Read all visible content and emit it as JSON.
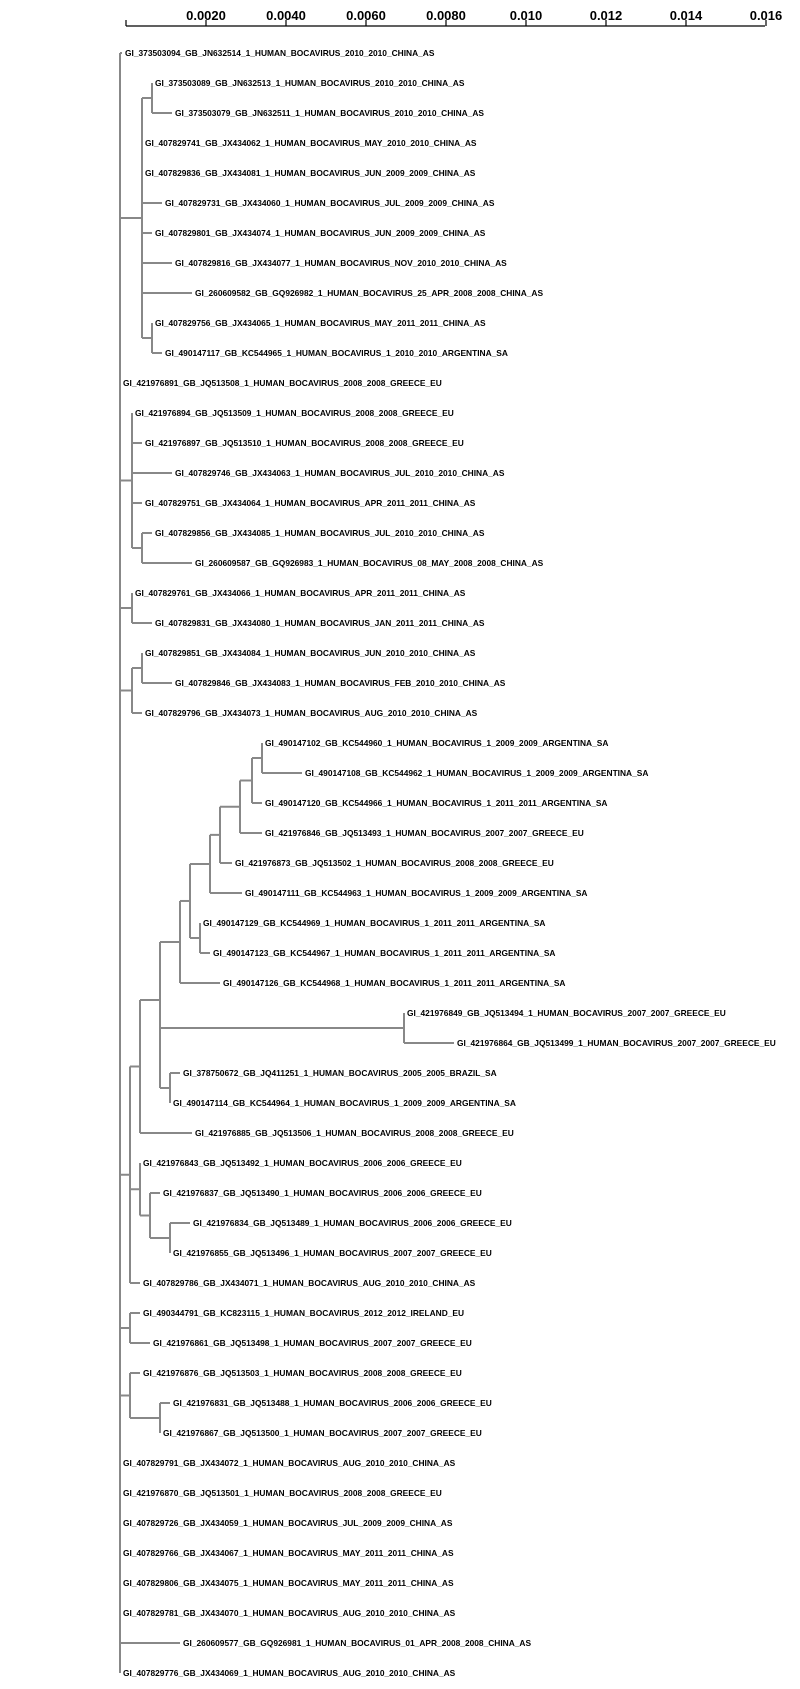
{
  "axis": {
    "ticks": [
      {
        "value": 0.0,
        "label": ""
      },
      {
        "value": 0.002,
        "label": "0.0020"
      },
      {
        "value": 0.004,
        "label": "0.0040"
      },
      {
        "value": 0.006,
        "label": "0.0060"
      },
      {
        "value": 0.008,
        "label": "0.0080"
      },
      {
        "value": 0.01,
        "label": "0.010"
      },
      {
        "value": 0.012,
        "label": "0.012"
      },
      {
        "value": 0.014,
        "label": "0.014"
      },
      {
        "value": 0.016,
        "label": "0.016"
      }
    ]
  },
  "tree": {
    "children": [
      {
        "label": "GI_373503094_GB_JN632514_1_HUMAN_BOCAVIRUS_2010_2010_CHINA_AS",
        "d": 5e-05
      },
      {
        "d": 0.0003,
        "children": [
          {
            "d": 0.00025,
            "children": [
              {
                "d": 0.00025,
                "children": [
                  {
                    "label": "GI_373503089_GB_JN632513_1_HUMAN_BOCAVIRUS_2010_2010_CHINA_AS",
                    "d": 0.0
                  },
                  {
                    "label": "GI_373503079_GB_JN632511_1_HUMAN_BOCAVIRUS_2010_2010_CHINA_AS",
                    "d": 0.0005
                  }
                ]
              },
              {
                "label": "GI_407829741_GB_JX434062_1_HUMAN_BOCAVIRUS_MAY_2010_2010_CHINA_AS",
                "d": 0.0
              },
              {
                "label": "GI_407829836_GB_JX434081_1_HUMAN_BOCAVIRUS_JUN_2009_2009_CHINA_AS",
                "d": 0.0
              },
              {
                "label": "GI_407829731_GB_JX434060_1_HUMAN_BOCAVIRUS_JUL_2009_2009_CHINA_AS",
                "d": 0.0005
              },
              {
                "label": "GI_407829801_GB_JX434074_1_HUMAN_BOCAVIRUS_JUN_2009_2009_CHINA_AS",
                "d": 0.00025
              },
              {
                "label": "GI_407829816_GB_JX434077_1_HUMAN_BOCAVIRUS_NOV_2010_2010_CHINA_AS",
                "d": 0.00075
              },
              {
                "label": "GI_260609582_GB_GQ926982_1_HUMAN_BOCAVIRUS_25_APR_2008_2008_CHINA_AS",
                "d": 0.00125
              },
              {
                "d": 0.00025,
                "children": [
                  {
                    "label": "GI_407829756_GB_JX434065_1_HUMAN_BOCAVIRUS_MAY_2011_2011_CHINA_AS",
                    "d": 0.0
                  },
                  {
                    "label": "GI_490147117_GB_KC544965_1_HUMAN_BOCAVIRUS_1_2010_2010_ARGENTINA_SA",
                    "d": 0.00025
                  }
                ]
              }
            ]
          }
        ]
      },
      {
        "label": "GI_421976891_GB_JQ513508_1_HUMAN_BOCAVIRUS_2008_2008_GREECE_EU",
        "d": 0.0
      },
      {
        "d": 0.0003,
        "children": [
          {
            "label": "GI_421976894_GB_JQ513509_1_HUMAN_BOCAVIRUS_2008_2008_GREECE_EU",
            "d": 0.0
          },
          {
            "label": "GI_421976897_GB_JQ513510_1_HUMAN_BOCAVIRUS_2008_2008_GREECE_EU",
            "d": 0.00025
          },
          {
            "label": "GI_407829746_GB_JX434063_1_HUMAN_BOCAVIRUS_JUL_2010_2010_CHINA_AS",
            "d": 0.001
          },
          {
            "label": "GI_407829751_GB_JX434064_1_HUMAN_BOCAVIRUS_APR_2011_2011_CHINA_AS",
            "d": 0.00025
          },
          {
            "d": 0.00025,
            "children": [
              {
                "label": "GI_407829856_GB_JX434085_1_HUMAN_BOCAVIRUS_JUL_2010_2010_CHINA_AS",
                "d": 0.00025
              },
              {
                "label": "GI_260609587_GB_GQ926983_1_HUMAN_BOCAVIRUS_08_MAY_2008_2008_CHINA_AS",
                "d": 0.00125
              }
            ]
          }
        ]
      },
      {
        "d": 0.0003,
        "children": [
          {
            "label": "GI_407829761_GB_JX434066_1_HUMAN_BOCAVIRUS_APR_2011_2011_CHINA_AS",
            "d": 0.0
          },
          {
            "label": "GI_407829831_GB_JX434080_1_HUMAN_BOCAVIRUS_JAN_2011_2011_CHINA_AS",
            "d": 0.0005
          }
        ]
      },
      {
        "d": 0.0003,
        "children": [
          {
            "d": 0.00025,
            "children": [
              {
                "label": "GI_407829851_GB_JX434084_1_HUMAN_BOCAVIRUS_JUN_2010_2010_CHINA_AS",
                "d": 0.0
              },
              {
                "label": "GI_407829846_GB_JX434083_1_HUMAN_BOCAVIRUS_FEB_2010_2010_CHINA_AS",
                "d": 0.00075
              }
            ]
          },
          {
            "label": "GI_407829796_GB_JX434073_1_HUMAN_BOCAVIRUS_AUG_2010_2010_CHINA_AS",
            "d": 0.00025
          }
        ]
      },
      {
        "d": 0.00025,
        "children": [
          {
            "d": 0.00025,
            "children": [
              {
                "d": 0.0005,
                "children": [
                  {
                    "d": 0.0005,
                    "children": [
                      {
                        "d": 0.00025,
                        "children": [
                          {
                            "d": 0.0005,
                            "children": [
                              {
                                "d": 0.00025,
                                "children": [
                                  {
                                    "d": 0.0005,
                                    "children": [
                                      {
                                        "d": 0.0003,
                                        "children": [
                                          {
                                            "d": 0.00025,
                                            "children": [
                                              {
                                                "label": "GI_490147102_GB_KC544960_1_HUMAN_BOCAVIRUS_1_2009_2009_ARGENTINA_SA",
                                                "d": 0.0
                                              },
                                              {
                                                "label": "GI_490147108_GB_KC544962_1_HUMAN_BOCAVIRUS_1_2009_2009_ARGENTINA_SA",
                                                "d": 0.001
                                              }
                                            ]
                                          },
                                          {
                                            "label": "GI_490147120_GB_KC544966_1_HUMAN_BOCAVIRUS_1_2011_2011_ARGENTINA_SA",
                                            "d": 0.00025
                                          }
                                        ]
                                      },
                                      {
                                        "label": "GI_421976846_GB_JQ513493_1_HUMAN_BOCAVIRUS_2007_2007_GREECE_EU",
                                        "d": 0.00055
                                      }
                                    ]
                                  },
                                  {
                                    "label": "GI_421976873_GB_JQ513502_1_HUMAN_BOCAVIRUS_2008_2008_GREECE_EU",
                                    "d": 0.0003
                                  }
                                ]
                              },
                              {
                                "label": "GI_490147111_GB_KC544963_1_HUMAN_BOCAVIRUS_1_2009_2009_ARGENTINA_SA",
                                "d": 0.0008
                              }
                            ]
                          },
                          {
                            "d": 0.00025,
                            "children": [
                              {
                                "label": "GI_490147129_GB_KC544969_1_HUMAN_BOCAVIRUS_1_2011_2011_ARGENTINA_SA",
                                "d": 0.0
                              },
                              {
                                "label": "GI_490147123_GB_KC544967_1_HUMAN_BOCAVIRUS_1_2011_2011_ARGENTINA_SA",
                                "d": 0.00025
                              }
                            ]
                          }
                        ]
                      },
                      {
                        "label": "GI_490147126_GB_KC544968_1_HUMAN_BOCAVIRUS_1_2011_2011_ARGENTINA_SA",
                        "d": 0.001
                      }
                    ]
                  },
                  {
                    "d": 0.0,
                    "children": [
                      {
                        "d": 0.0061,
                        "children": [
                          {
                            "label": "GI_421976849_GB_JQ513494_1_HUMAN_BOCAVIRUS_2007_2007_GREECE_EU",
                            "d": 0.0
                          },
                          {
                            "label": "GI_421976864_GB_JQ513499_1_HUMAN_BOCAVIRUS_2007_2007_GREECE_EU",
                            "d": 0.00125
                          }
                        ]
                      },
                      {
                        "d": 0.00025,
                        "children": [
                          {
                            "label": "GI_378750672_GB_JQ411251_1_HUMAN_BOCAVIRUS_2005_2005_BRAZIL_SA",
                            "d": 0.00025
                          },
                          {
                            "label": "GI_490147114_GB_KC544964_1_HUMAN_BOCAVIRUS_1_2009_2009_ARGENTINA_SA",
                            "d": 0.0
                          }
                        ]
                      }
                    ]
                  }
                ]
              },
              {
                "label": "GI_421976885_GB_JQ513506_1_HUMAN_BOCAVIRUS_2008_2008_GREECE_EU",
                "d": 0.0013
              }
            ]
          },
          {
            "d": 0.00025,
            "children": [
              {
                "label": "GI_421976843_GB_JQ513492_1_HUMAN_BOCAVIRUS_2006_2006_GREECE_EU",
                "d": 0.0
              },
              {
                "d": 0.00025,
                "children": [
                  {
                    "label": "GI_421976837_GB_JQ513490_1_HUMAN_BOCAVIRUS_2006_2006_GREECE_EU",
                    "d": 0.00025
                  },
                  {
                    "d": 0.0005,
                    "children": [
                      {
                        "label": "GI_421976834_GB_JQ513489_1_HUMAN_BOCAVIRUS_2006_2006_GREECE_EU",
                        "d": 0.0005
                      },
                      {
                        "label": "GI_421976855_GB_JQ513496_1_HUMAN_BOCAVIRUS_2007_2007_GREECE_EU",
                        "d": 0.0
                      }
                    ]
                  }
                ]
              }
            ]
          },
          {
            "label": "GI_407829786_GB_JX434071_1_HUMAN_BOCAVIRUS_AUG_2010_2010_CHINA_AS",
            "d": 0.00025
          }
        ]
      },
      {
        "d": 0.00025,
        "children": [
          {
            "label": "GI_490344791_GB_KC823115_1_HUMAN_BOCAVIRUS_2012_2012_IRELAND_EU",
            "d": 0.00025
          },
          {
            "label": "GI_421976861_GB_JQ513498_1_HUMAN_BOCAVIRUS_2007_2007_GREECE_EU",
            "d": 0.0005
          }
        ]
      },
      {
        "d": 0.00025,
        "children": [
          {
            "label": "GI_421976876_GB_JQ513503_1_HUMAN_BOCAVIRUS_2008_2008_GREECE_EU",
            "d": 0.00025
          },
          {
            "d": 0.00075,
            "children": [
              {
                "label": "GI_421976831_GB_JQ513488_1_HUMAN_BOCAVIRUS_2006_2006_GREECE_EU",
                "d": 0.00025
              },
              {
                "label": "GI_421976867_GB_JQ513500_1_HUMAN_BOCAVIRUS_2007_2007_GREECE_EU",
                "d": 0.0
              }
            ]
          }
        ]
      },
      {
        "label": "GI_407829791_GB_JX434072_1_HUMAN_BOCAVIRUS_AUG_2010_2010_CHINA_AS",
        "d": 0.0
      },
      {
        "label": "GI_421976870_GB_JQ513501_1_HUMAN_BOCAVIRUS_2008_2008_GREECE_EU",
        "d": 0.0
      },
      {
        "label": "GI_407829726_GB_JX434059_1_HUMAN_BOCAVIRUS_JUL_2009_2009_CHINA_AS",
        "d": 0.0
      },
      {
        "label": "GI_407829766_GB_JX434067_1_HUMAN_BOCAVIRUS_MAY_2011_2011_CHINA_AS",
        "d": 0.0
      },
      {
        "label": "GI_407829806_GB_JX434075_1_HUMAN_BOCAVIRUS_MAY_2011_2011_CHINA_AS",
        "d": 0.0
      },
      {
        "label": "GI_407829781_GB_JX434070_1_HUMAN_BOCAVIRUS_AUG_2010_2010_CHINA_AS",
        "d": 0.0
      },
      {
        "label": "GI_260609577_GB_GQ926981_1_HUMAN_BOCAVIRUS_01_APR_2008_2008_CHINA_AS",
        "d": 0.0015
      },
      {
        "label": "GI_407829776_GB_JX434069_1_HUMAN_BOCAVIRUS_AUG_2010_2010_CHINA_AS",
        "d": 0.0
      }
    ]
  }
}
